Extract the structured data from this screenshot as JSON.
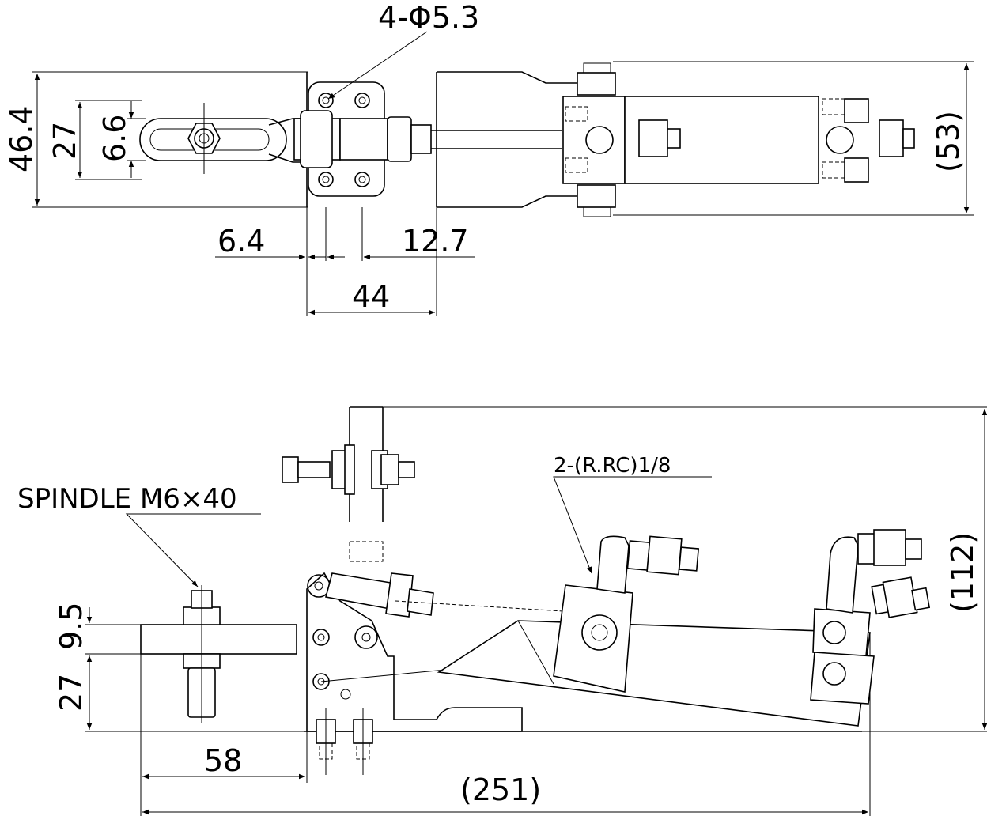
{
  "top_view": {
    "hole_callout": "4-Φ5.3",
    "dim_overall_width": "46.4",
    "dim_arm_width": "27",
    "dim_slot_width": "6.6",
    "dim_hole_offset": "6.4",
    "dim_hole_pitch": "12.7",
    "dim_base_length": "44",
    "dim_cylinder_width": "(53)"
  },
  "side_view": {
    "spindle_label": "SPINDLE M6×40",
    "port_label": "2-(R.RC)1/8",
    "dim_height": "(112)",
    "dim_arm_thickness": "9.5",
    "dim_arm_height": "27",
    "dim_reach": "58",
    "dim_overall_length": "(251)"
  }
}
